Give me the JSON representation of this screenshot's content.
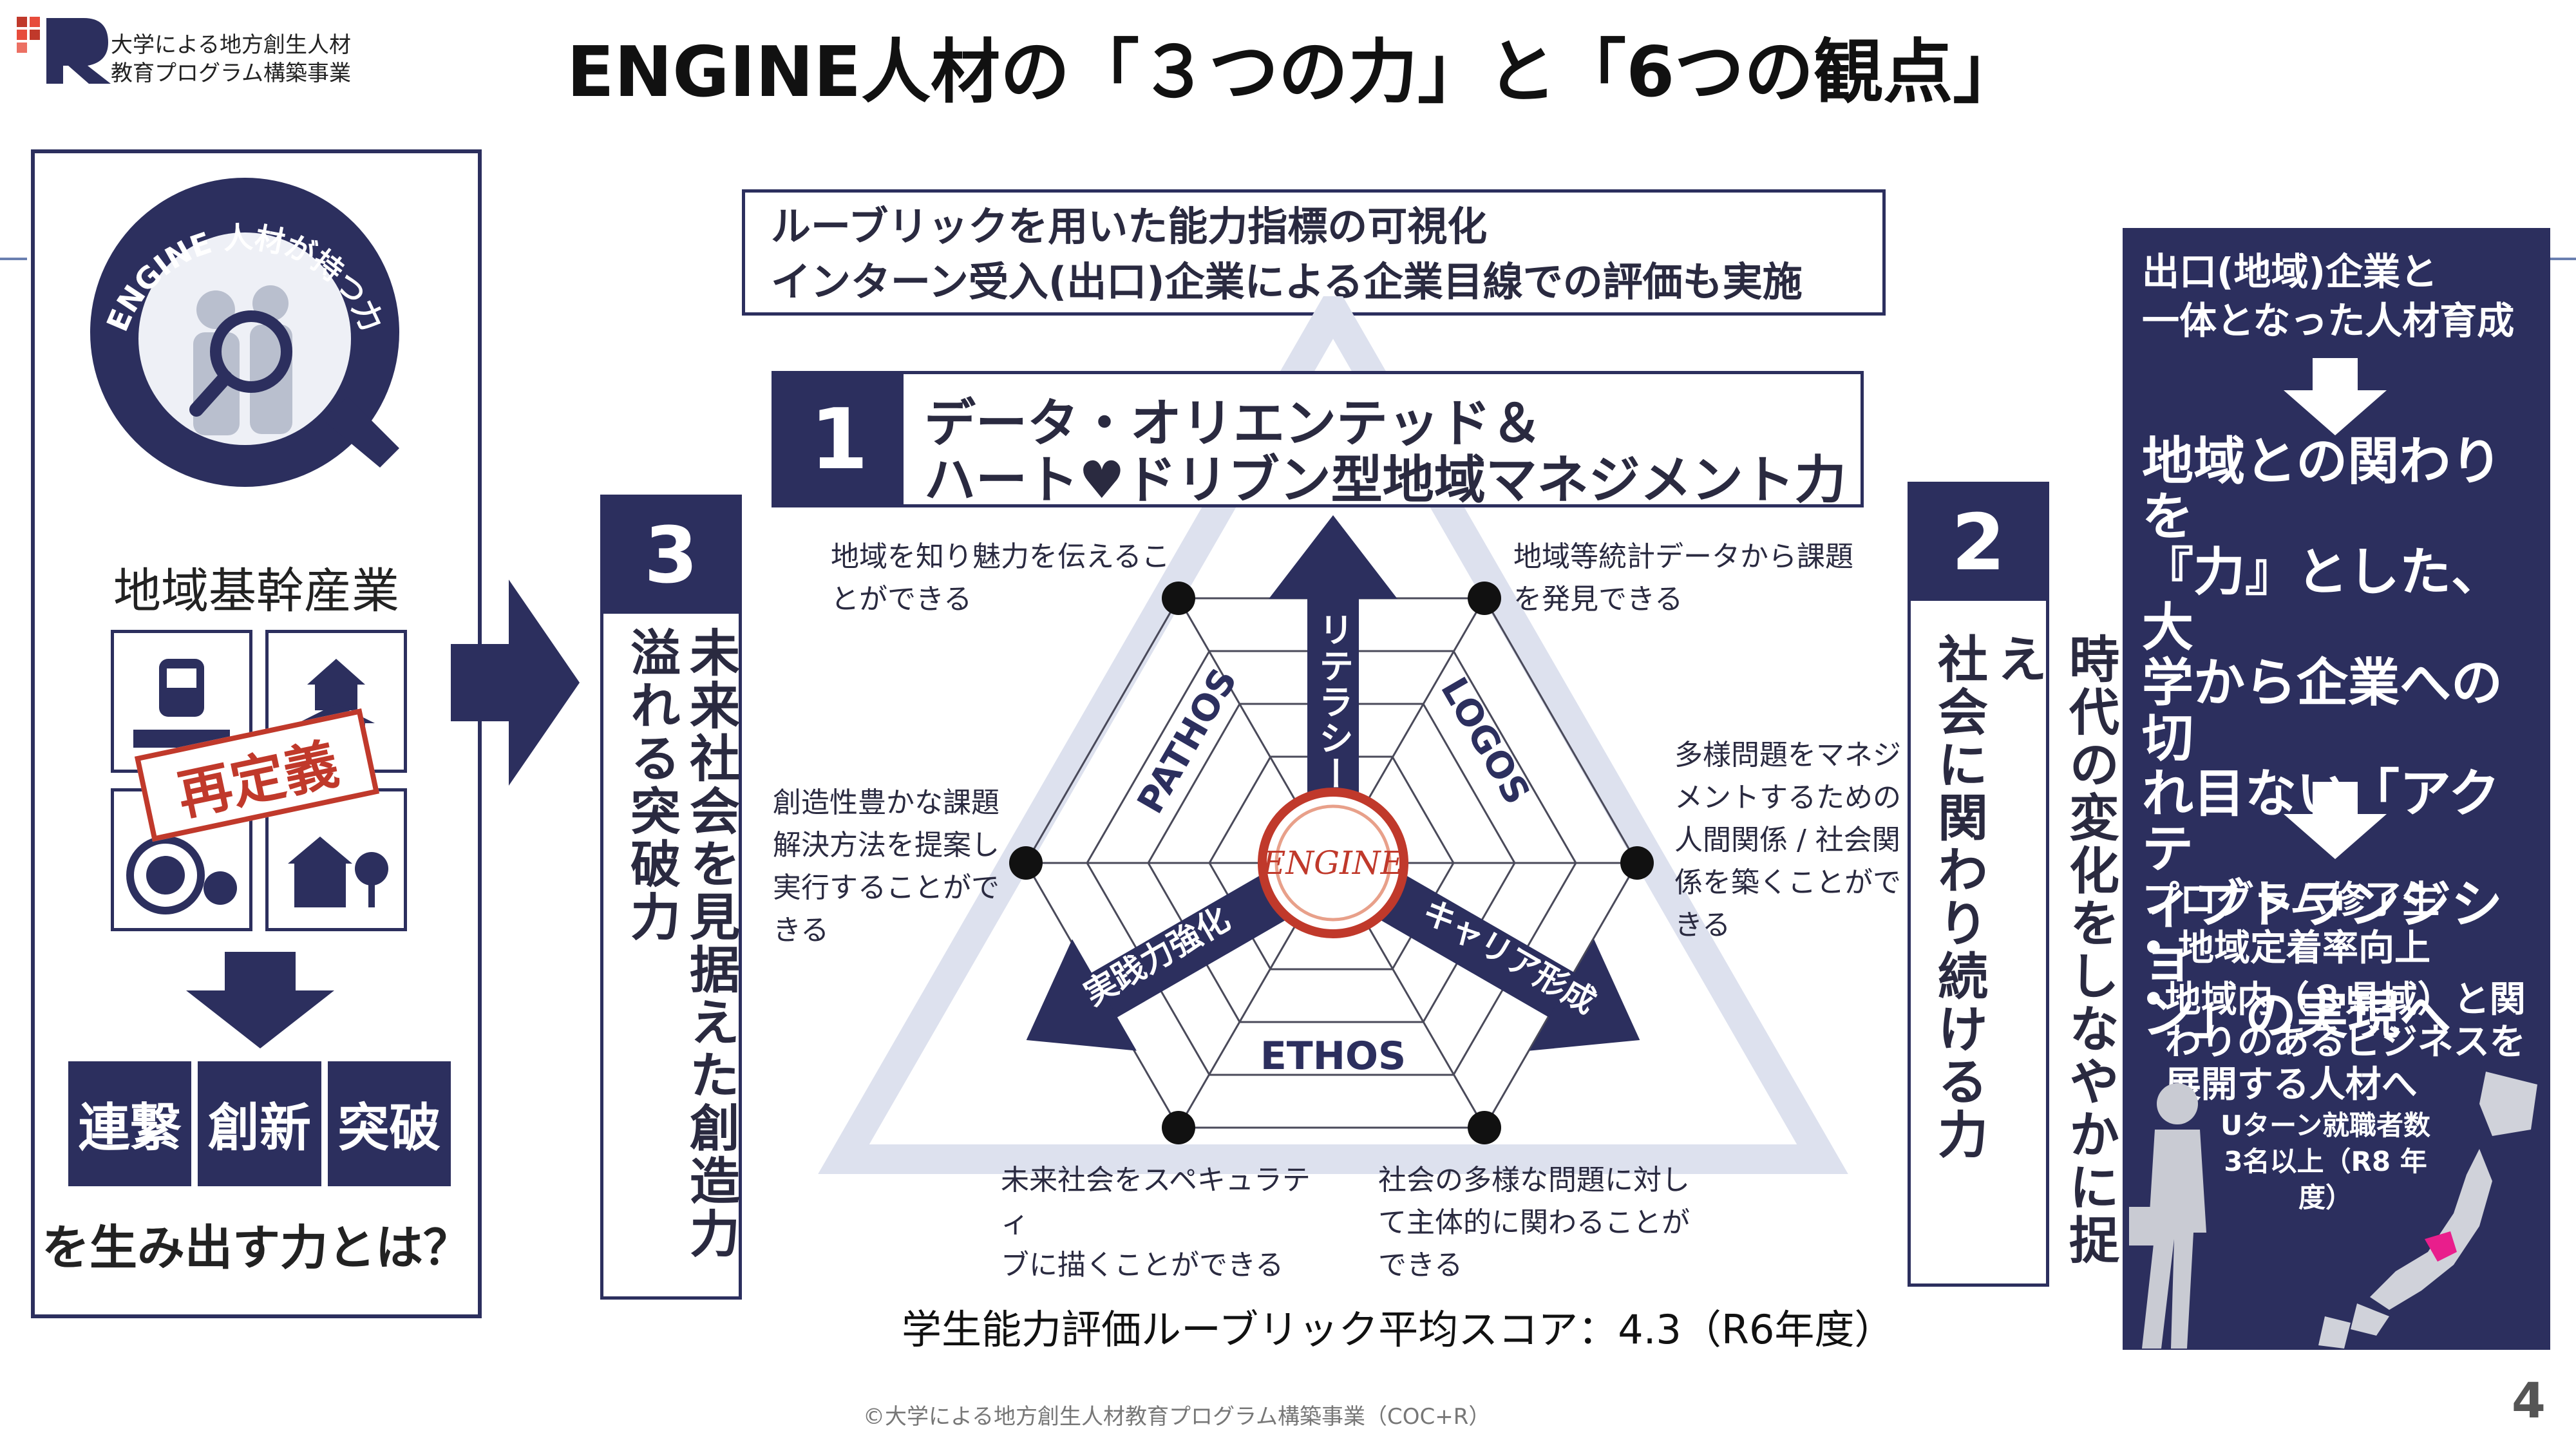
{
  "logo": {
    "line1": "大学による地方創生人材",
    "line2": "教育プログラム構築事業"
  },
  "title": "ENGINE人材の「３つの力」と「6つの観点」",
  "left": {
    "badge_text": "ENGINE 人材が持つ力",
    "industry_label": "地域基幹産業",
    "redefine_label": "再定義",
    "keywords": [
      "連繋",
      "創新",
      "突破"
    ],
    "question": "を生み出す力とは？"
  },
  "center": {
    "rubric_line1": "ルーブリックを用いた能力指標の可視化",
    "rubric_line2": "インターン受入(出口)企業による企業目線での評価も実施",
    "power1_number": "1",
    "power1_line1": "データ・オリエンテッド＆",
    "power1_line2": "ハート♥ドリブン型地域マネジメント力",
    "power3_number": "3",
    "power3_col1": "未来社会を見据えた創造力",
    "power3_col2": "溢れる突破力",
    "power2_number": "2",
    "power2_col1": "時代の変化をしなやかに捉え",
    "power2_col2": "社会に関わり続ける力",
    "viewpoints": {
      "top_left": "地域を知り魅力を伝えるこ\nとができる",
      "top_right": "地域等統計データから課題\nを発見できる",
      "left": "創造性豊かな課題\n解決方法を提案し\n実行することがで\nきる",
      "right": "多様問題をマネジ\nメントするための\n人間関係 / 社会関\n係を築くことがで\nきる",
      "bottom_left": "未来社会をスペキュラティ\nブに描くことができる",
      "bottom_right": "社会の多様な問題に対し\nて主体的に関わることが\nできる"
    },
    "arrows": {
      "up": "リテラシー強化",
      "left": "実践力強化",
      "right": "キャリア形成"
    },
    "sectors": {
      "pathos": "PATHOS",
      "logos": "LOGOS",
      "ethos": "ETHOS"
    },
    "engine_logo": "ENGINE",
    "score": "学生能力評価ルーブリック平均スコア：4.3（R6年度）"
  },
  "right": {
    "heading": "出口(地域)企業と\n一体となった人材育成",
    "main": "地域との関わりを\n『力』とした、大\n学から企業への切\nれ目ない「アクテ\nィブトランジショ\nン」の実現へ",
    "completion_label": "プログラム修了生",
    "bullets": [
      "地域定着率向上",
      "地域内（３県域）と関わりのあるビジネスを展開する人材へ"
    ],
    "uturn": "Uターン就職者数\n3名以上（R8 年度）"
  },
  "footer": {
    "copyright": "©大学による地方創生人材教育プログラム構築事業（COC+R）",
    "page_number": "4"
  },
  "colors": {
    "navy": "#2c2f5e",
    "red": "#c0392b",
    "magenta": "#e91e8c"
  }
}
